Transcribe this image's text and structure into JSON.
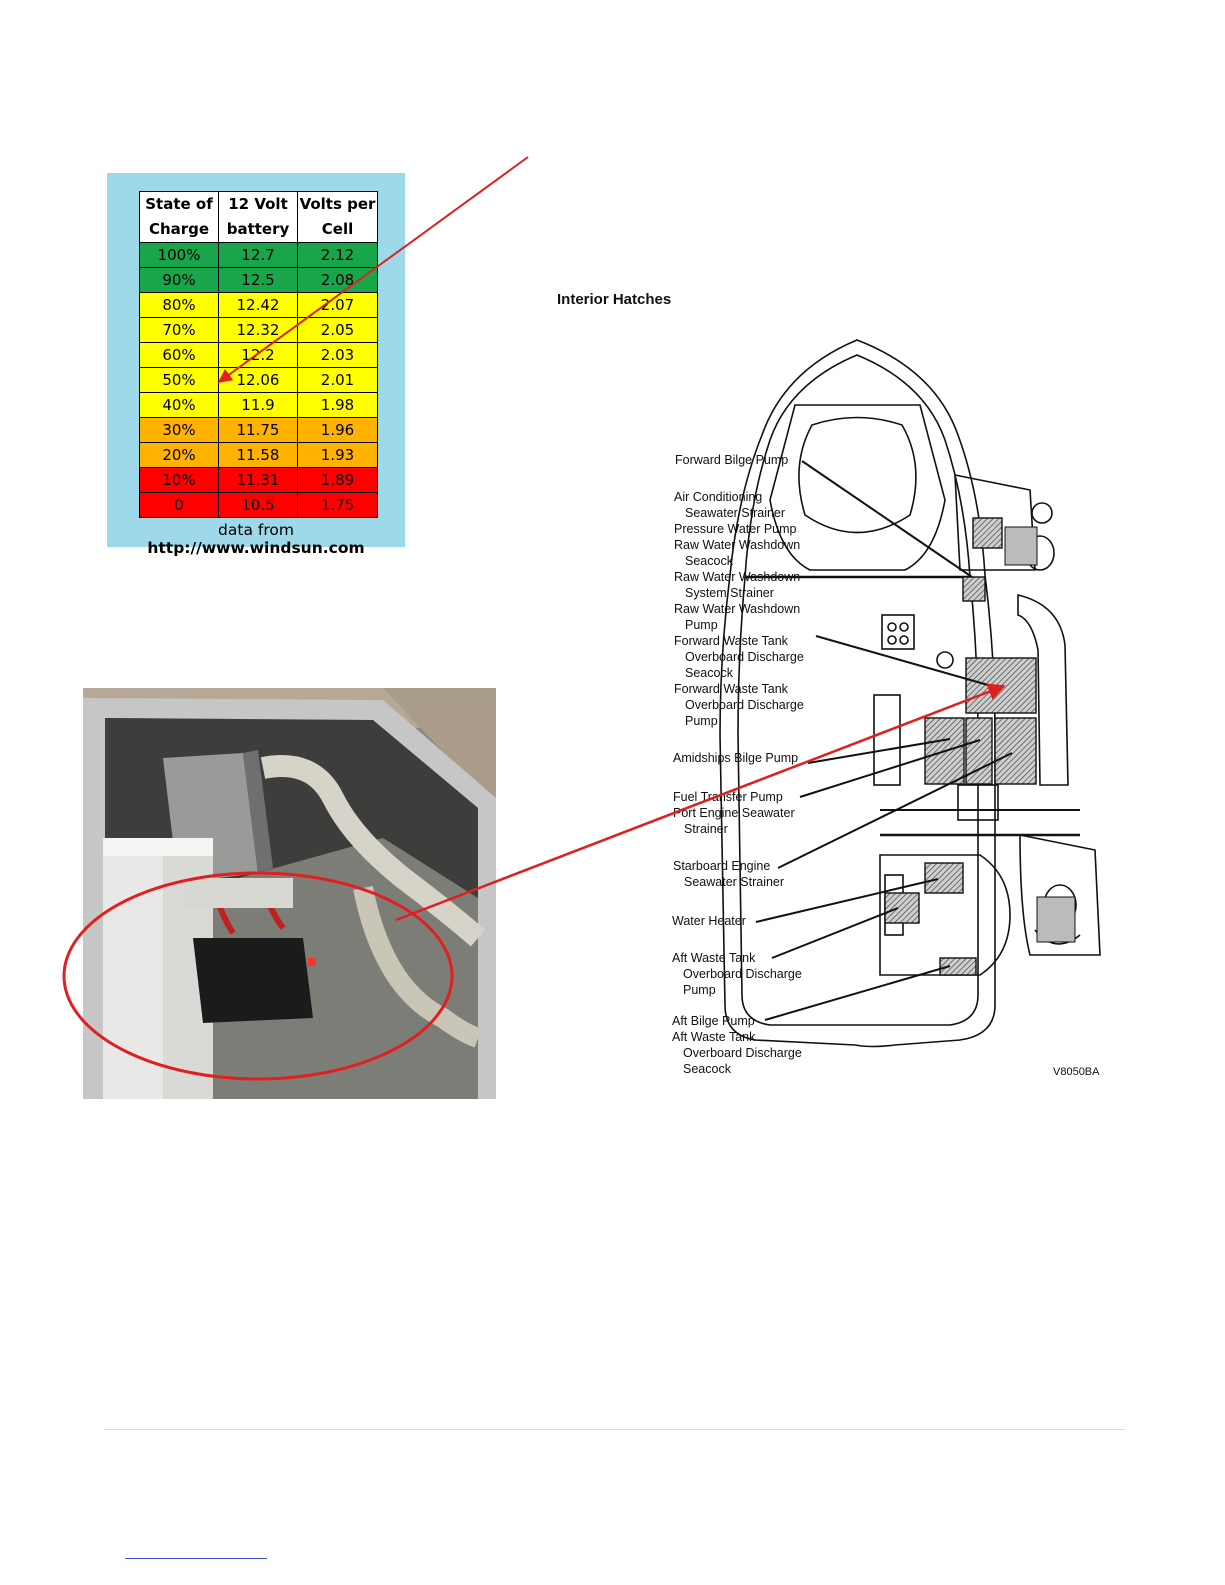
{
  "battery_table": {
    "headers": [
      "State of\nCharge",
      "12 Volt\nbattery",
      "Volts per\nCell"
    ],
    "rows": [
      {
        "soc": "100%",
        "volt": "12.7",
        "cell": "2.12",
        "color": "#19a64a"
      },
      {
        "soc": "90%",
        "volt": "12.5",
        "cell": "2.08",
        "color": "#19a64a"
      },
      {
        "soc": "80%",
        "volt": "12.42",
        "cell": "2.07",
        "color": "#ffff00"
      },
      {
        "soc": "70%",
        "volt": "12.32",
        "cell": "2.05",
        "color": "#ffff00"
      },
      {
        "soc": "60%",
        "volt": "12.2",
        "cell": "2.03",
        "color": "#ffff00"
      },
      {
        "soc": "50%",
        "volt": "12.06",
        "cell": "2.01",
        "color": "#ffff00"
      },
      {
        "soc": "40%",
        "volt": "11.9",
        "cell": "1.98",
        "color": "#ffff00"
      },
      {
        "soc": "30%",
        "volt": "11.75",
        "cell": "1.96",
        "color": "#ffb300"
      },
      {
        "soc": "20%",
        "volt": "11.58",
        "cell": "1.93",
        "color": "#ffb300"
      },
      {
        "soc": "10%",
        "volt": "11.31",
        "cell": "1.89",
        "color": "#ff0000"
      },
      {
        "soc": "0",
        "volt": "10.5",
        "cell": "1.75",
        "color": "#ff0000"
      }
    ],
    "source_prefix": "data from ",
    "source_url": "http://www.windsun.com"
  },
  "diagram": {
    "title": "Interior Hatches",
    "code": "V8050BA",
    "labels": [
      {
        "id": "forward-bilge-pump",
        "lines": [
          "Forward Bilge Pump"
        ]
      },
      {
        "id": "forward-equipment",
        "lines": [
          "Air Conditioning",
          "  Seawater Strainer",
          "Pressure Water Pump",
          "Raw Water Washdown",
          "  Seacock",
          "Raw Water Washdown",
          "  System Strainer",
          "Raw Water Washdown",
          "  Pump",
          "Forward Waste Tank",
          "  Overboard Discharge",
          "  Seacock",
          "Forward Waste Tank",
          "  Overboard Discharge",
          "  Pump"
        ]
      },
      {
        "id": "amidships-bilge-pump",
        "lines": [
          "Amidships Bilge Pump"
        ]
      },
      {
        "id": "fuel-transfer",
        "lines": [
          "Fuel Transfer Pump",
          "Port Engine Seawater",
          "  Strainer"
        ]
      },
      {
        "id": "starboard-engine",
        "lines": [
          "Starboard Engine",
          "  Seawater Strainer"
        ]
      },
      {
        "id": "water-heater",
        "lines": [
          "Water Heater"
        ]
      },
      {
        "id": "aft-waste-tank",
        "lines": [
          "Aft Waste Tank",
          "  Overboard Discharge",
          "  Pump"
        ]
      },
      {
        "id": "aft-bilge-pump",
        "lines": [
          "Aft Bilge Pump",
          "Aft Waste Tank",
          "  Overboard Discharge",
          "  Seacock"
        ]
      }
    ]
  },
  "colors": {
    "annotation_red": "#e02020",
    "table_bg": "#9dd9e8"
  }
}
